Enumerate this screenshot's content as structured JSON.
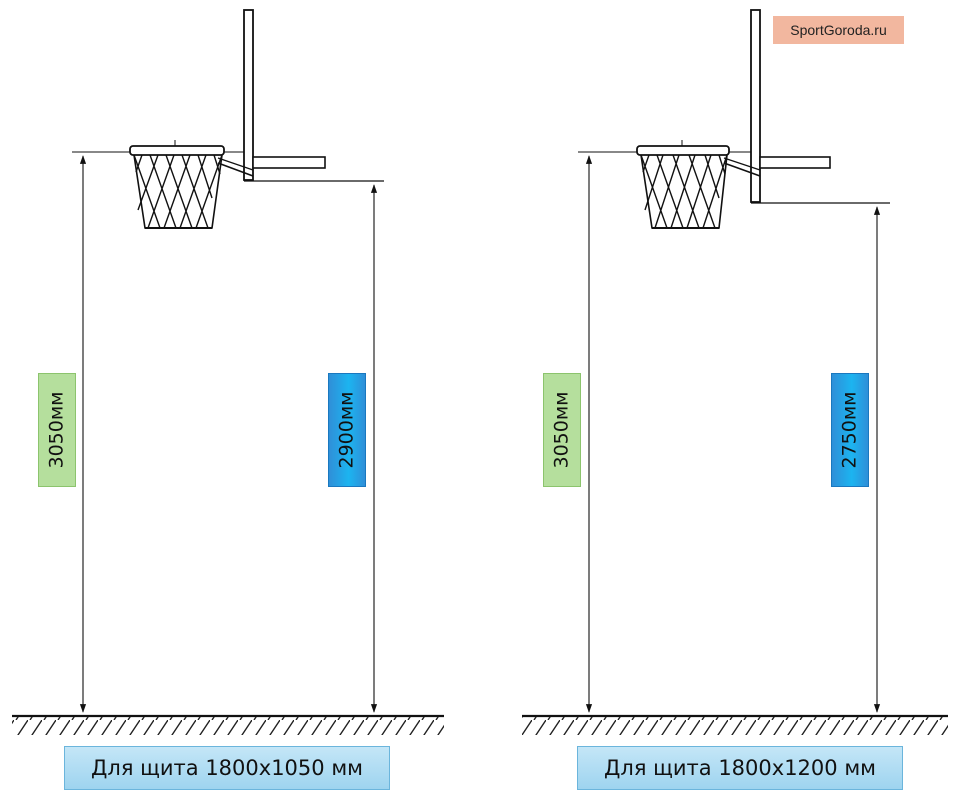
{
  "brand": {
    "text": "SportGoroda.ru"
  },
  "panels": [
    {
      "rim_height": "3050мм",
      "board_bottom_height": "2900мм",
      "caption": "Для щита 1800x1050 мм"
    },
    {
      "rim_height": "3050мм",
      "board_bottom_height": "2750мм",
      "caption": "Для щита 1800x1200 мм"
    }
  ],
  "colors": {
    "rim_label": "#b5df9d",
    "board_label": "#1cb4f0",
    "caption_bg": "#b0dcf2",
    "brand_bg": "#f2b79f"
  }
}
